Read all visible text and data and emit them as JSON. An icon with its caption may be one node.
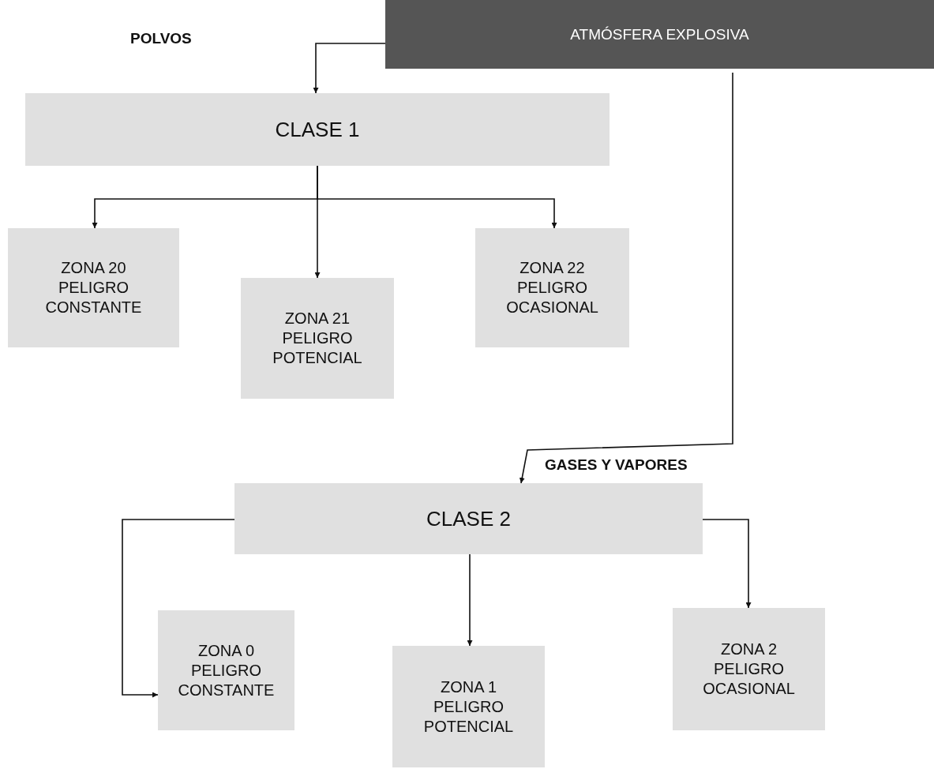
{
  "diagram": {
    "nodes": [
      {
        "text": [
          "ATMÓSFERA EXPLOSIVA"
        ]
      },
      {
        "text": [
          "CLASE 1"
        ]
      },
      {
        "text": [
          "ZONA 20 PELIGRO CONSTANTE"
        ]
      },
      {
        "text": [
          "ZONA 21 PELIGRO POTENCIAL"
        ]
      },
      {
        "text": [
          "ZONA 22 PELIGRO OCASIONAL"
        ]
      },
      {
        "text": [
          "CLASE 2"
        ]
      },
      {
        "text": [
          "ZONA 0 PELIGRO CONSTANTE"
        ]
      },
      {
        "text": [
          "ZONA 1 PELIGRO POTENCIAL"
        ]
      },
      {
        "text": [
          "ZONA 2 PELIGRO OCASIONAL"
        ]
      }
    ],
    "edges": [
      {
        "from": 0,
        "to": 1,
        "arrow": "to"
      },
      {
        "from": 0,
        "to": 5,
        "arrow": "to"
      },
      {
        "from": 1,
        "to": 2,
        "arrow": "to"
      },
      {
        "from": 1,
        "to": 3,
        "arrow": "to"
      },
      {
        "from": 1,
        "to": 4,
        "arrow": "to"
      },
      {
        "from": 5,
        "to": 6,
        "arrow": "to"
      },
      {
        "from": 5,
        "to": 7,
        "arrow": "to"
      },
      {
        "from": 5,
        "to": 8,
        "arrow": "to"
      }
    ],
    "labels": [
      "POLVOS",
      "GASES Y VAPORES"
    ]
  }
}
